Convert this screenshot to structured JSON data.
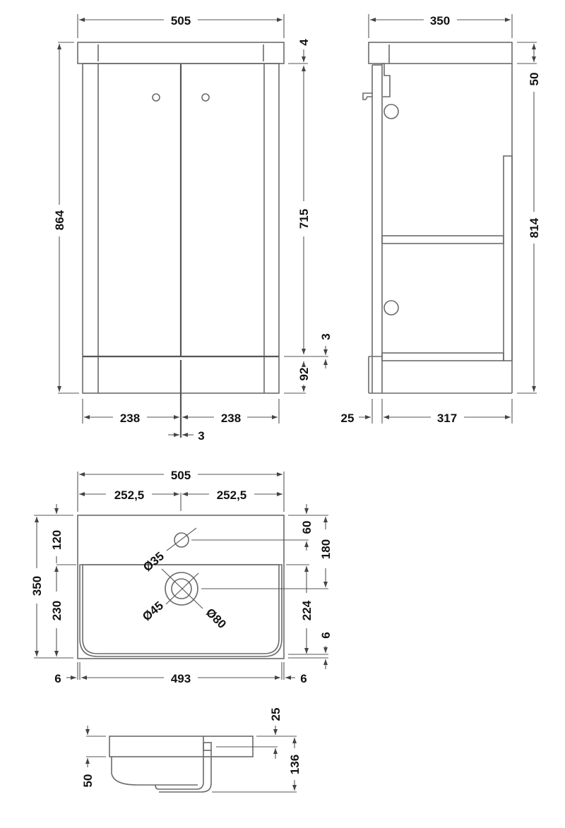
{
  "front_view": {
    "overall_width": "505",
    "overall_height": "864",
    "top_gap": "4",
    "door_height": "715",
    "door_gap_bottom": "3",
    "plinth_height": "92",
    "door_width_left": "238",
    "door_width_right": "238",
    "door_gap_middle": "3"
  },
  "side_view": {
    "overall_depth": "350",
    "top_thickness": "50",
    "body_height": "814",
    "door_thickness": "25",
    "carcass_depth": "317"
  },
  "basin_plan": {
    "overall_width": "505",
    "half_width_left": "252,5",
    "half_width_right": "252,5",
    "overall_depth": "350",
    "deck_depth": "120",
    "bowl_depth": "230",
    "tap_hole_offset": "60",
    "waste_offset": "180",
    "inner_depth": "224",
    "rim_bottom": "6",
    "rim_left": "6",
    "inner_width": "493",
    "rim_right": "6",
    "tap_hole_diameter": "Ø35",
    "waste_inner_diameter": "Ø45",
    "waste_outer_diameter": "Ø80"
  },
  "basin_section": {
    "rim_height": "50",
    "overflow_offset": "25",
    "total_height": "136"
  }
}
